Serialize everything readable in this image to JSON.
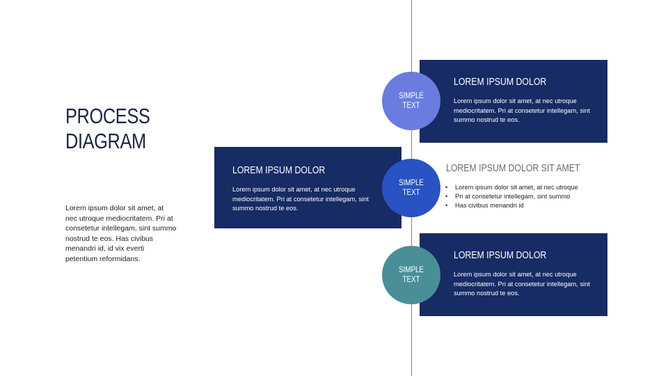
{
  "title": {
    "line1": "PROCESS",
    "line2": "DIAGRAM"
  },
  "intro": "Lorem ipsum dolor sit amet, at nec utroque mediocritatem. Pri at consetetur intellegam, sint summo nostrud te eos. Has civibus menandri id, id vix everti petentium reformidans.",
  "steps": [
    {
      "circle": "SIMPLE TEXT",
      "circle_color": "#6b7ce0",
      "heading": "LOREM IPSUM DOLOR",
      "body": "Lorem ipsum dolor sit amet, at nec utroque mediocritatem. Pri at consetetur intellegam, sint summo nostrud te eos."
    },
    {
      "circle": "SIMPLE TEXT",
      "circle_color": "#2952c2",
      "heading": "LOREM IPSUM DOLOR",
      "body": "Lorem ipsum dolor sit amet, at nec utroque mediocritatem. Pri at consetetur intellegam, sint summo nostrud te eos.",
      "side_heading": "LOREM IPSUM DOLOR SIT AMET",
      "side_bullets": [
        "Lorem ipsum dolor sit amet, at nec utroque",
        "Pri at consetetur intellegam, sint summo",
        "Has civibus menandri id"
      ]
    },
    {
      "circle": "SIMPLE TEXT",
      "circle_color": "#4a8f98",
      "heading": "LOREM IPSUM DOLOR",
      "body": "Lorem ipsum dolor sit amet, at nec utroque mediocritatem. Pri at consetetur intellegam, sint summo nostrud te eos."
    }
  ],
  "colors": {
    "box": "#172b64",
    "timeline": "#5b8db8",
    "title": "#1c2540"
  }
}
